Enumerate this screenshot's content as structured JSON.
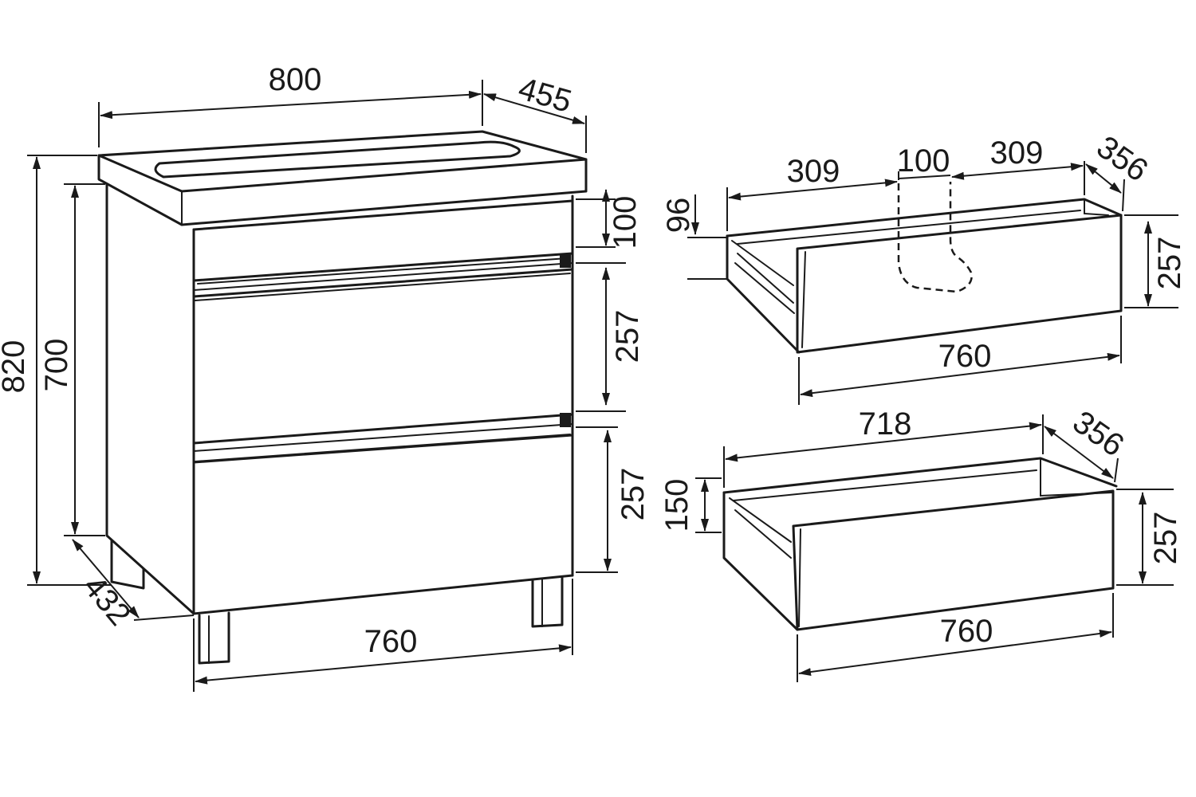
{
  "cabinet": {
    "width": "800",
    "depth": "455",
    "total_height": "820",
    "body_height": "700",
    "base_depth": "432",
    "top_panel": "100",
    "drawer_upper": "257",
    "drawer_lower": "257",
    "base_width": "760"
  },
  "upper_drawer": {
    "height_96": "96",
    "left_309": "309",
    "center_100": "100",
    "right_309": "309",
    "depth_356": "356",
    "front_257": "257",
    "width_760": "760"
  },
  "lower_drawer": {
    "inner_718": "718",
    "depth_356": "356",
    "height_150": "150",
    "front_257": "257",
    "width_760": "760"
  }
}
